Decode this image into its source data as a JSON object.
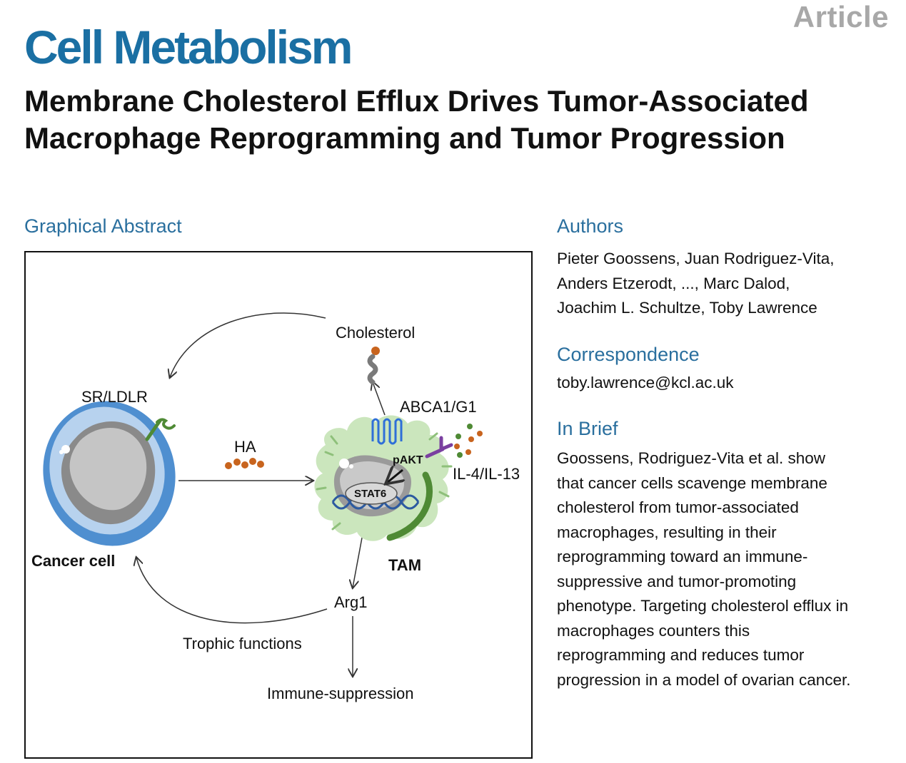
{
  "header": {
    "article_tag": "Article",
    "journal": "Cell Metabolism",
    "title": "Membrane Cholesterol Efflux Drives Tumor-Associated Macrophage Reprogramming and Tumor Progression"
  },
  "graphical_abstract": {
    "heading": "Graphical Abstract",
    "labels": {
      "cholesterol": "Cholesterol",
      "sr_ldlr": "SR/LDLR",
      "abca": "ABCA1/G1",
      "ha": "HA",
      "pakt": "pAKT",
      "il": "IL-4/IL-13",
      "stat6": "STAT6",
      "cancer_cell": "Cancer cell",
      "tam": "TAM",
      "arg1": "Arg1",
      "trophic": "Trophic functions",
      "immune": "Immune-suppression"
    },
    "colors": {
      "cancer_membrane": "#4f8fd0",
      "cancer_cyto": "#b7d2ee",
      "nucleus": "#8a8a8a",
      "tam_cyto": "#cbe6bd",
      "tam_edge": "#4f8a35",
      "cholesterol": "#c8641e",
      "transporter": "#2f6fd8",
      "il_dots_green": "#4f8a35",
      "receptor": "#7a3fa0",
      "dna": "#2c5aa0"
    }
  },
  "authors": {
    "heading": "Authors",
    "lines": [
      "Pieter Goossens, Juan Rodriguez-Vita,",
      "Anders Etzerodt, ..., Marc Dalod,",
      "Joachim L. Schultze, Toby Lawrence"
    ]
  },
  "correspondence": {
    "heading": "Correspondence",
    "email": "toby.lawrence@kcl.ac.uk"
  },
  "in_brief": {
    "heading": "In Brief",
    "lines": [
      "Goossens, Rodriguez-Vita et al. show",
      "that cancer cells scavenge membrane",
      "cholesterol from tumor-associated",
      "macrophages, resulting in their",
      "reprogramming toward an immune-",
      "suppressive and tumor-promoting",
      "phenotype. Targeting cholesterol efflux in",
      "macrophages counters this",
      "reprogramming and reduces tumor",
      "progression in a model of ovarian cancer."
    ]
  }
}
